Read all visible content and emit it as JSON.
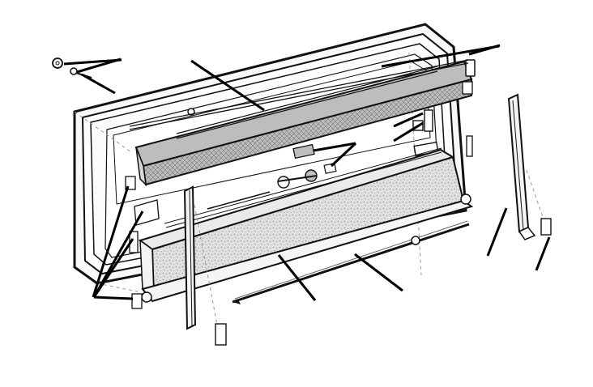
{
  "colors": {
    "background": "#ffffff",
    "line": "#111111",
    "frame_fill": "#f7f7f7",
    "mesh_fill": "#bdbdbd",
    "fabric_fill": "#dcdcdc",
    "dark_line": "#000000"
  },
  "parts": [
    {
      "name": "window-frame"
    },
    {
      "name": "flyscreen-roller"
    },
    {
      "name": "blind-cassette"
    },
    {
      "name": "left-side-rail"
    },
    {
      "name": "right-side-rail"
    },
    {
      "name": "tension-rod"
    },
    {
      "name": "corner-clips"
    },
    {
      "name": "screws"
    }
  ]
}
